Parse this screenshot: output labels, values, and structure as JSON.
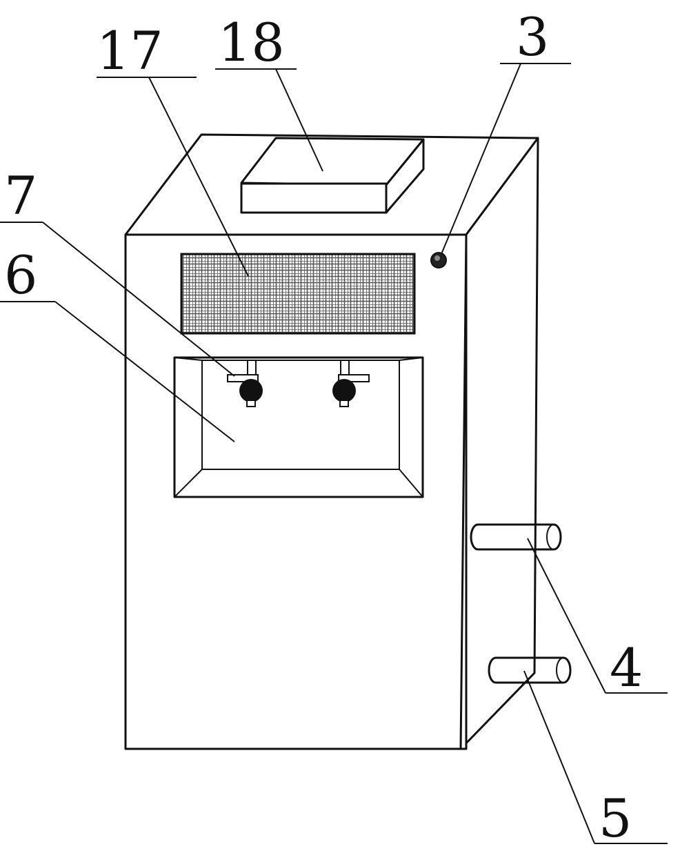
{
  "labels": {
    "l17": "17",
    "l18": "18",
    "l3": "3",
    "l7": "7",
    "l6": "6",
    "l4": "4",
    "l5": "5"
  },
  "colors": {
    "line": "#111111",
    "mesh": "#555555",
    "background": "#ffffff"
  }
}
